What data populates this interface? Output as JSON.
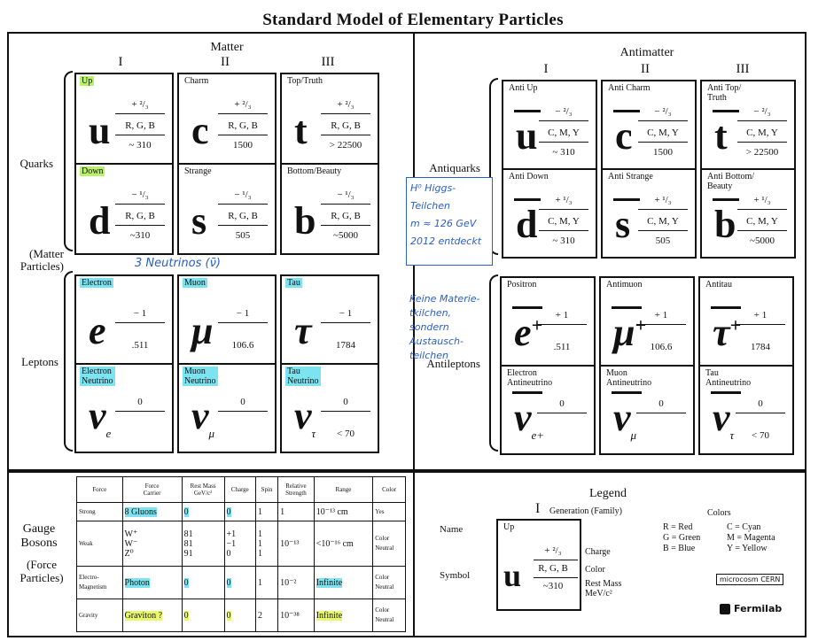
{
  "title": "Standard Model of Elementary Particles",
  "matter": {
    "header": "Matter",
    "gens": [
      "I",
      "II",
      "III"
    ],
    "quarks_label": "Quarks",
    "matter_label": "(Matter\nParticles)",
    "leptons_label": "Leptons",
    "quarks": [
      {
        "name": "Up",
        "symbol": "u",
        "charge": "+ ²/₃",
        "color": "R, G, B",
        "mass": "~ 310"
      },
      {
        "name": "Charm",
        "symbol": "c",
        "charge": "+ ²/₃",
        "color": "R, G, B",
        "mass": "1500"
      },
      {
        "name": "Top/Truth",
        "symbol": "t",
        "charge": "+ ²/₃",
        "color": "R, G, B",
        "mass": "> 22500"
      },
      {
        "name": "Down",
        "symbol": "d",
        "charge": "− ¹/₃",
        "color": "R, G, B",
        "mass": "~310"
      },
      {
        "name": "Strange",
        "symbol": "s",
        "charge": "− ¹/₃",
        "color": "R, G, B",
        "mass": "505"
      },
      {
        "name": "Bottom/Beauty",
        "symbol": "b",
        "charge": "− ¹/₃",
        "color": "R, G, B",
        "mass": "~5000"
      }
    ],
    "leptons": [
      {
        "name": "Electron",
        "symbol": "e",
        "charge": "− 1",
        "mass": ".511"
      },
      {
        "name": "Muon",
        "symbol": "μ",
        "charge": "− 1",
        "mass": "106.6"
      },
      {
        "name": "Tau",
        "symbol": "τ",
        "charge": "− 1",
        "mass": "1784"
      },
      {
        "name": "Electron\nNeutrino",
        "symbol": "ν",
        "sub": "e",
        "charge": "0",
        "mass": ""
      },
      {
        "name": "Muon\nNeutrino",
        "symbol": "ν",
        "sub": "μ",
        "charge": "0",
        "mass": ""
      },
      {
        "name": "Tau\nNeutrino",
        "symbol": "ν",
        "sub": "τ",
        "charge": "0",
        "mass": "< 70"
      }
    ]
  },
  "antimatter": {
    "header": "Antimatter",
    "gens": [
      "I",
      "II",
      "III"
    ],
    "antiquarks_label": "Antiquarks",
    "antileptons_label": "Antileptons",
    "quarks": [
      {
        "name": "Anti Up",
        "symbol": "u",
        "charge": "− ²/₃",
        "color": "C, M, Y",
        "mass": "~ 310"
      },
      {
        "name": "Anti Charm",
        "symbol": "c",
        "charge": "− ²/₃",
        "color": "C, M, Y",
        "mass": "1500"
      },
      {
        "name": "Anti Top/\nTruth",
        "symbol": "t",
        "charge": "− ²/₃",
        "color": "C, M, Y",
        "mass": "> 22500"
      },
      {
        "name": "Anti Down",
        "symbol": "d",
        "charge": "+ ¹/₃",
        "color": "C, M, Y",
        "mass": "~ 310"
      },
      {
        "name": "Anti Strange",
        "symbol": "s",
        "charge": "+ ¹/₃",
        "color": "C, M, Y",
        "mass": "505"
      },
      {
        "name": "Anti Bottom/\nBeauty",
        "symbol": "b",
        "charge": "+ ¹/₃",
        "color": "C, M, Y",
        "mass": "~5000"
      }
    ],
    "leptons": [
      {
        "name": "Positron",
        "symbol": "e",
        "sup": "+",
        "charge": "+ 1",
        "mass": ".511"
      },
      {
        "name": "Antimuon",
        "symbol": "μ",
        "sup": "+",
        "charge": "+ 1",
        "mass": "106.6"
      },
      {
        "name": "Antitau",
        "symbol": "τ",
        "sup": "+",
        "charge": "+ 1",
        "mass": "1784"
      },
      {
        "name": "Electron\nAntineutrino",
        "symbol": "ν",
        "sub": "e+",
        "charge": "0",
        "mass": ""
      },
      {
        "name": "Muon\nAntineutrino",
        "symbol": "ν",
        "sub": "μ",
        "charge": "0",
        "mass": ""
      },
      {
        "name": "Tau\nAntineutrino",
        "symbol": "ν",
        "sub": "τ",
        "charge": "0",
        "mass": "< 70"
      }
    ]
  },
  "gauge": {
    "label": "Gauge\nBosons",
    "label2": "(Force\nParticles)",
    "headers": [
      "Force",
      "Force\nCarrier",
      "Rest Mass\nGeV/c²",
      "Charge",
      "Spin",
      "Relative\nStrength",
      "Range",
      "Color"
    ],
    "rows": [
      [
        "Strong",
        "8 Gluons",
        "0",
        "0",
        "1",
        "1",
        "10⁻¹³ cm",
        "Yes"
      ],
      [
        "Weak",
        "W⁺\nW⁻\nZ⁰",
        "81\n81\n91",
        "+1\n−1\n0",
        "1\n1\n1",
        "10⁻¹³",
        "<10⁻¹⁶ cm",
        "Color\nNeutral"
      ],
      [
        "Electro-\nMagnetism",
        "Photon",
        "0",
        "0",
        "1",
        "10⁻²",
        "Infinite",
        "Color\nNeutral"
      ],
      [
        "Gravity",
        "Graviton ?",
        "0",
        "0",
        "2",
        "10⁻³⁸",
        "Infinite",
        "Color\nNeutral"
      ]
    ]
  },
  "legend": {
    "title": "Legend",
    "gen": "I",
    "gen_label": "Generation (Family)",
    "name_label": "Name",
    "symbol_label": "Symbol",
    "sample_name": "Up",
    "sample_symbol": "u",
    "sample_charge": "+ ²/₃",
    "sample_color": "R, G, B",
    "sample_mass": "~310",
    "charge_label": "Charge",
    "color_label": "Color",
    "mass_label": "Rest Mass\nMeV/c²",
    "colors_title": "Colors",
    "colors": [
      "R = Red",
      "G = Green",
      "B = Blue",
      "C = Cyan",
      "M = Magenta",
      "Y = Yellow"
    ],
    "logo1": "microcosm CERN",
    "logo2": "Fermilab"
  },
  "handwriting": {
    "neutrinos": "3 Neutrinos (ν̄)",
    "box": "H⁰ Higgs-\nTeilchen\nm ≈ 126 GeV\n2012 entdeckt",
    "note": "Keine Materie-\ntkilchen,\nsondern\nAustausch-\nteilchen"
  }
}
